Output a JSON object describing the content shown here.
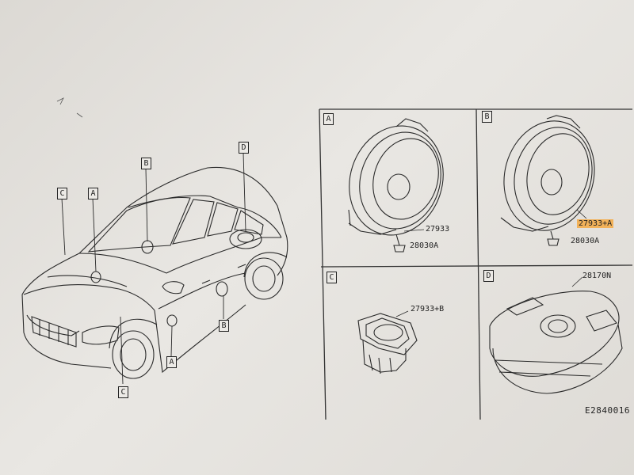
{
  "callouts": {
    "car_c": "C",
    "car_a_top": "A",
    "car_b_top": "B",
    "car_d": "D",
    "car_b_side": "B",
    "car_a_bottom": "A",
    "car_c_bottom": "C"
  },
  "panels": {
    "a": {
      "label": "A",
      "speaker_part": "27933",
      "screw_part": "28030A"
    },
    "b": {
      "label": "B",
      "speaker_part": "27933+A",
      "screw_part": "28030A"
    },
    "c": {
      "label": "C",
      "tweeter_part": "27933+B"
    },
    "d": {
      "label": "D",
      "woofer_part": "28170N"
    }
  },
  "diagram_code": "E2840016",
  "colors": {
    "highlight": "#f2b25a",
    "ink": "#222222",
    "paper": "#e6e3df"
  }
}
